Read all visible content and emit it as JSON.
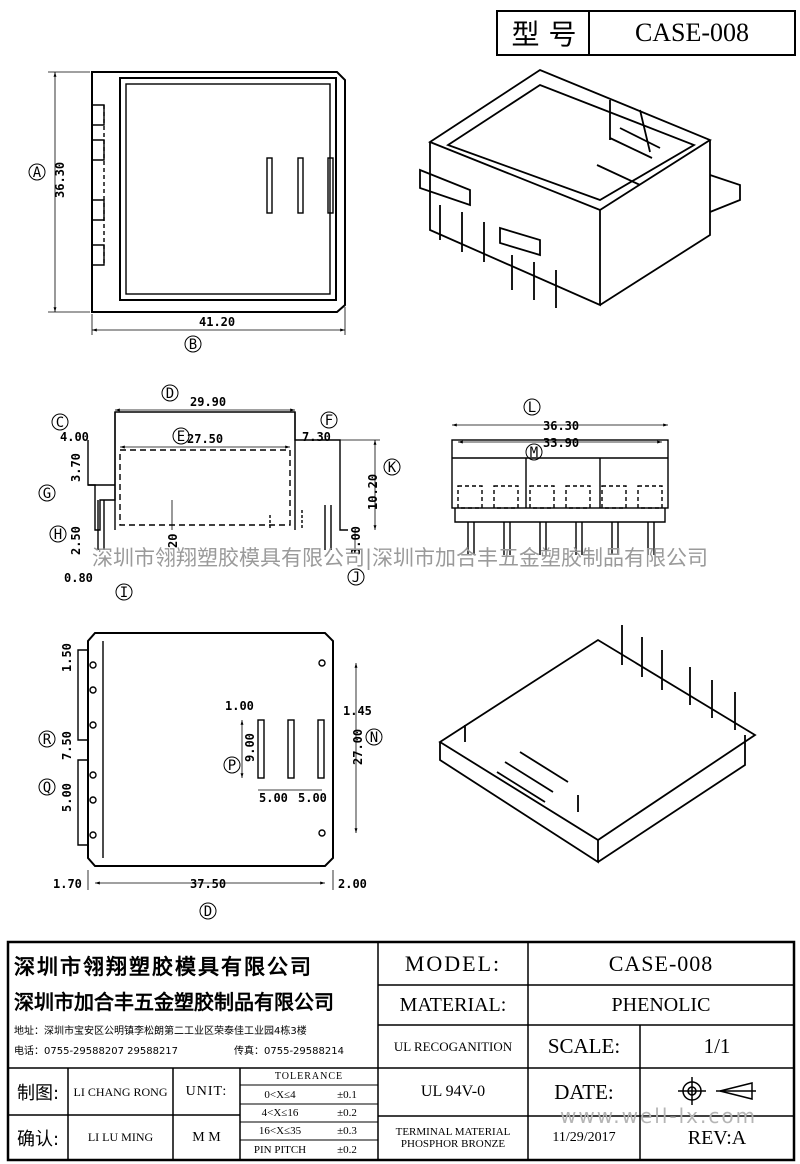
{
  "header": {
    "type_label": "型 号",
    "model": "CASE-008"
  },
  "dims": {
    "A": "A",
    "B": "B",
    "C": "C",
    "D": "D",
    "E": "E",
    "F": "F",
    "G": "G",
    "H": "H",
    "I": "I",
    "J": "J",
    "K": "K",
    "L": "L",
    "M": "M",
    "N": "N",
    "P": "P",
    "Q": "Q",
    "R": "R",
    "v36_30_a": "36.30",
    "v41_20": "41.20",
    "v29_90": "29.90",
    "v27_50": "27.50",
    "v4_00": "4.00",
    "v7_30": "7.30",
    "v3_70": "3.70",
    "v10_20": "10.20",
    "v3_00": "3.00",
    "v0_80": "0.80",
    "v2_50": "2.50",
    "v20": "20",
    "v36_30_b": "36.30",
    "v33_90": "33.90",
    "v1_50": "1.50",
    "v7_50": "7.50",
    "v5_00_a": "5.00",
    "v1_00": "1.00",
    "v9_00": "9.00",
    "v5_00_b": "5.00",
    "v5_00_c": "5.00",
    "v1_45": "1.45",
    "v27_00": "27.00",
    "v1_70": "1.70",
    "v37_50": "37.50",
    "v2_00": "2.00"
  },
  "watermark": "深圳市翎翔塑胶模具有限公司|深圳市加合丰五金塑胶制品有限公司",
  "watermark2": "www.well-lx.com",
  "title_block": {
    "company1": "深圳市翎翔塑胶模具有限公司",
    "company2": "深圳市加合丰五金塑胶制品有限公司",
    "address": "地址：深圳市宝安区公明镇李松朗第二工业区荣泰佳工业园4栋3楼",
    "phone": "电话：0755-29588207 29588217",
    "fax": "传真：0755-29588214",
    "model_label": "MODEL:",
    "model_value": "CASE-008",
    "material_label": "MATERIAL:",
    "material_value": "PHENOLIC",
    "ul_label": "UL RECOGANITION",
    "ul_value": "UL 94V-0",
    "scale_label": "SCALE:",
    "scale_value": "1/1",
    "date_label": "DATE:",
    "date_value": "11/29/2017",
    "rev_label": "REV:A",
    "terminal_line1": "TERMINAL MATERIAL",
    "terminal_line2": "PHOSPHOR  BRONZE",
    "drawn_label": "制图:",
    "drawn_name": "LI CHANG RONG",
    "check_label": "确认:",
    "check_name": "LI LU MING",
    "unit_label": "UNIT:",
    "unit_value": "M M",
    "tolerance_title": "TOLERANCE",
    "tol": [
      {
        "range": "0<X≤4",
        "value": "±0.1"
      },
      {
        "range": "4<X≤16",
        "value": "±0.2"
      },
      {
        "range": "16<X≤35",
        "value": "±0.3"
      },
      {
        "range": "PIN PITCH",
        "value": "±0.2"
      }
    ]
  }
}
